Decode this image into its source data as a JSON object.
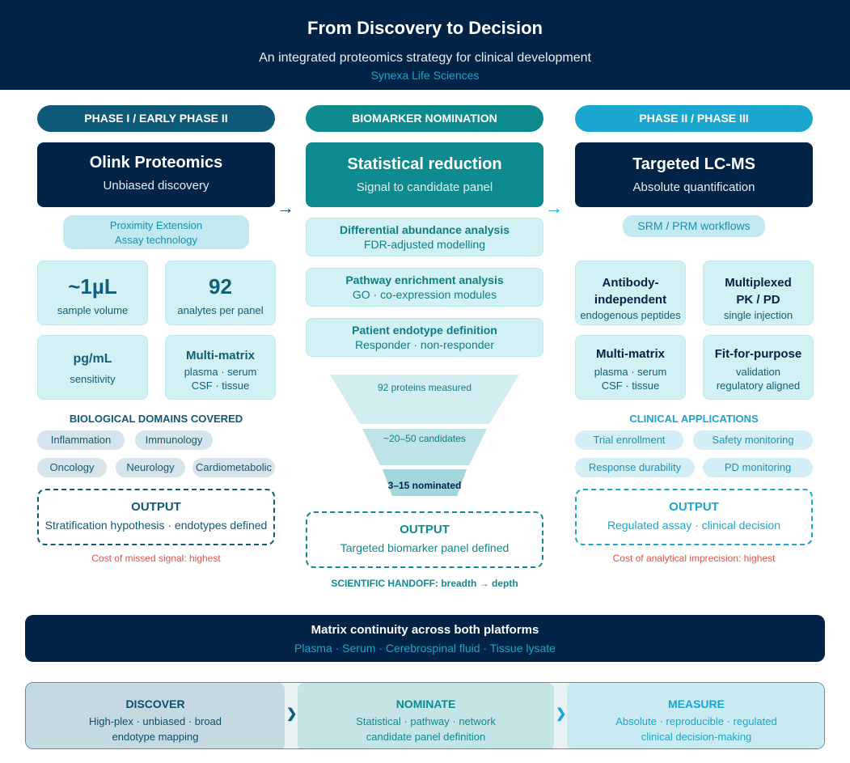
{
  "header": {
    "title": "From Discovery to Decision",
    "subtitle": "An integrated proteomics strategy for clinical development",
    "org": "Synexa Life Sciences"
  },
  "colors": {
    "navy": "#012346",
    "teal": "#0e8b8f",
    "cyan": "#1aa6cf",
    "alert": "#e0524d"
  },
  "phase1": {
    "pill": "PHASE I / EARLY PHASE II",
    "hero_title": "Olink Proteomics",
    "hero_sub": "Unbiased discovery",
    "tag_line1": "Proximity Extension",
    "tag_line2": "Assay technology",
    "stats": [
      {
        "value": "~1µL",
        "label": "sample volume"
      },
      {
        "value": "92",
        "label": "analytes per panel"
      },
      {
        "value": "pg/mL",
        "label": "sensitivity"
      },
      {
        "value": "Multi-matrix",
        "label1": "plasma · serum",
        "label2": "CSF · tissue"
      }
    ],
    "section_title": "BIOLOGICAL DOMAINS COVERED",
    "domains": [
      "Inflammation",
      "Immunology",
      "Oncology",
      "Neurology",
      "Cardiometabolic"
    ],
    "output_title": "OUTPUT",
    "output_text": "Stratification hypothesis · endotypes defined",
    "cost": "Cost of missed signal: highest"
  },
  "nomination": {
    "pill": "BIOMARKER NOMINATION",
    "hero_title": "Statistical reduction",
    "hero_sub": "Signal to candidate panel",
    "methods": [
      {
        "title": "Differential abundance analysis",
        "sub": "FDR-adjusted modelling"
      },
      {
        "title": "Pathway enrichment analysis",
        "sub": "GO · co-expression modules"
      },
      {
        "title": "Patient endotype definition",
        "sub": "Responder · non-responder"
      }
    ],
    "funnel": [
      "92 proteins measured",
      "~20–50 candidates",
      "3–15 nominated"
    ],
    "output_title": "OUTPUT",
    "output_text": "Targeted biomarker panel defined",
    "handoff": "SCIENTIFIC HANDOFF: breadth → depth"
  },
  "phase2": {
    "pill": "PHASE II / PHASE III",
    "hero_title": "Targeted LC-MS",
    "hero_sub": "Absolute quantification",
    "tag": "SRM / PRM workflows",
    "stats": [
      {
        "title1": "Antibody-",
        "title2": "independent",
        "label": "endogenous peptides"
      },
      {
        "title1": "Multiplexed",
        "title2": "PK / PD",
        "label": "single injection"
      },
      {
        "title1": "Multi-matrix",
        "label1": "plasma · serum",
        "label2": "CSF · tissue"
      },
      {
        "title1": "Fit-for-purpose",
        "label1": "validation",
        "label2": "regulatory aligned"
      }
    ],
    "section_title": "CLINICAL APPLICATIONS",
    "applications": [
      "Trial enrollment",
      "Safety monitoring",
      "Response durability",
      "PD monitoring"
    ],
    "output_title": "OUTPUT",
    "output_text": "Regulated assay · clinical decision",
    "cost": "Cost of analytical imprecision: highest"
  },
  "band": {
    "title": "Matrix continuity across both platforms",
    "matrices": "Plasma · Serum · Cerebrospinal fluid · Tissue lysate"
  },
  "flow": {
    "steps": [
      {
        "title": "DISCOVER",
        "line1": "High-plex · unbiased · broad",
        "line2": "endotype mapping"
      },
      {
        "title": "NOMINATE",
        "line1": "Statistical · pathway · network",
        "line2": "candidate panel definition"
      },
      {
        "title": "MEASURE",
        "line1": "Absolute · reproducible · regulated",
        "line2": "clinical decision-making"
      }
    ],
    "separator": "›"
  },
  "icons": {
    "arrow_right": "→",
    "chevron": "❯"
  }
}
